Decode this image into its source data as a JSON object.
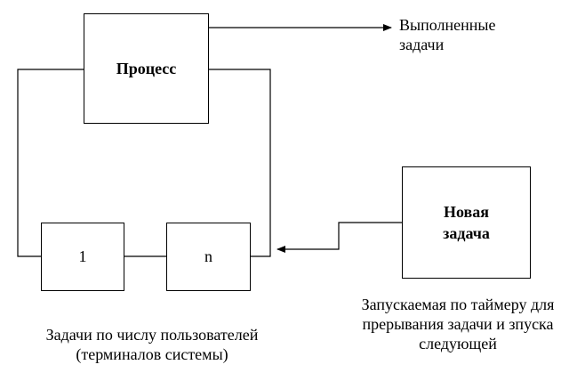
{
  "process": {
    "title": "Процесс"
  },
  "completed": {
    "line1": "Выполненные",
    "line2": "задачи"
  },
  "queue": {
    "first_label": "1",
    "last_label": "n"
  },
  "new_task": {
    "line1": "Новая",
    "line2": "задача"
  },
  "new_task_caption": {
    "line1": "Запускаемая по таймеру для",
    "line2": "прерывания задачи и зпуска",
    "line3": "следующей"
  },
  "queue_caption": {
    "line1": "Задачи по числу пользователей",
    "line2": "(терминалов системы)"
  }
}
